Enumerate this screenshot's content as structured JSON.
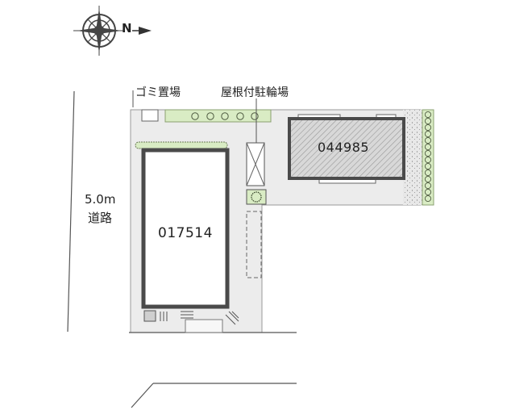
{
  "compass": {
    "north_letter": "N",
    "icon": "compass-rose-icon"
  },
  "labels": {
    "garbage": "ゴミ置場",
    "covered_bicycle_parking": "屋根付駐輪場",
    "road_width": "5.0m",
    "road_name": "道路"
  },
  "buildings": [
    {
      "code": "017514"
    },
    {
      "code": "044985"
    }
  ],
  "colors": {
    "lot_fill": "#ececec",
    "greenery": "#d9ecc4",
    "outline": "#555555",
    "building_hatch": "#bcbcbc"
  }
}
